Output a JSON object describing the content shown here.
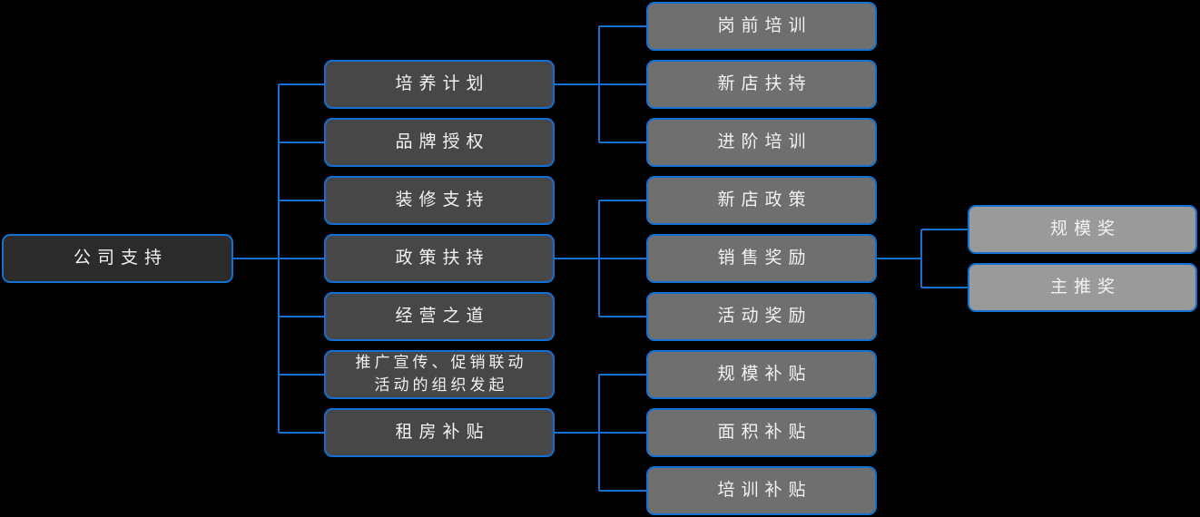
{
  "colors": {
    "background": "#000000",
    "connector": "#1471d3",
    "node_border": "#1471d3",
    "root_fill": "#2b2b2b",
    "level2_fill": "#474747",
    "level3_fill": "#6f6f6f",
    "level4_fill": "#9a9a9a",
    "text": "#f2f2f2"
  },
  "mindmap": {
    "root": {
      "label": "公司支持",
      "children": [
        {
          "label": "培养计划",
          "children": [
            {
              "label": "岗前培训"
            },
            {
              "label": "新店扶持"
            },
            {
              "label": "进阶培训"
            }
          ]
        },
        {
          "label": "品牌授权"
        },
        {
          "label": "装修支持"
        },
        {
          "label": "政策扶持",
          "children": [
            {
              "label": "新店政策"
            },
            {
              "label": "销售奖励",
              "children": [
                {
                  "label": "规模奖"
                },
                {
                  "label": "主推奖"
                }
              ]
            },
            {
              "label": "活动奖励"
            }
          ]
        },
        {
          "label": "经营之道"
        },
        {
          "label": "推广宣传、促销联动活动的组织发起",
          "label_line1": "推广宣传、促销联动",
          "label_line2": "活动的组织发起"
        },
        {
          "label": "租房补贴",
          "children": [
            {
              "label": "规模补贴"
            },
            {
              "label": "面积补贴"
            },
            {
              "label": "培训补贴"
            }
          ]
        }
      ]
    }
  }
}
